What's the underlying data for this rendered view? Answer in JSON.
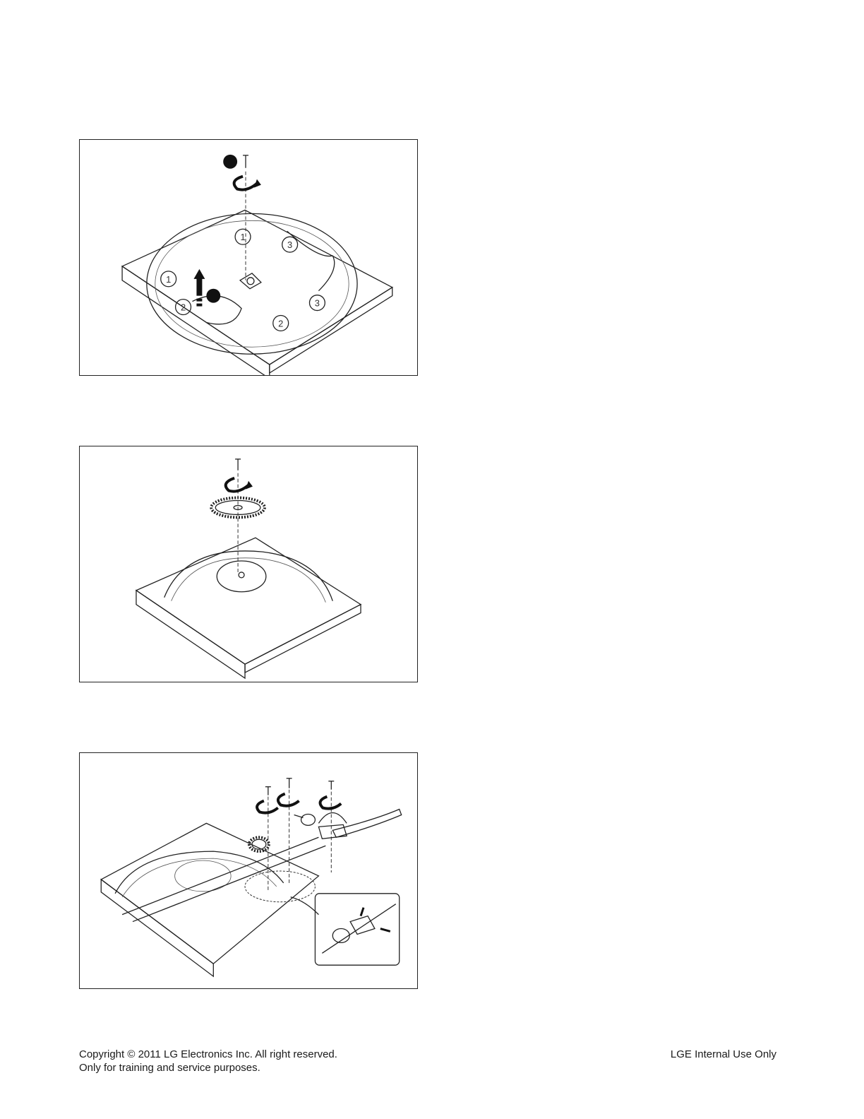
{
  "figures": [
    {
      "slot_labels": [
        "1",
        "3",
        "1",
        "2",
        "2",
        "3"
      ]
    },
    {},
    {}
  ],
  "footer": {
    "copyright": "Copyright © 2011 LG Electronics Inc. All right reserved.",
    "purpose": "Only for training and service purposes.",
    "internal": "LGE Internal Use Only"
  }
}
